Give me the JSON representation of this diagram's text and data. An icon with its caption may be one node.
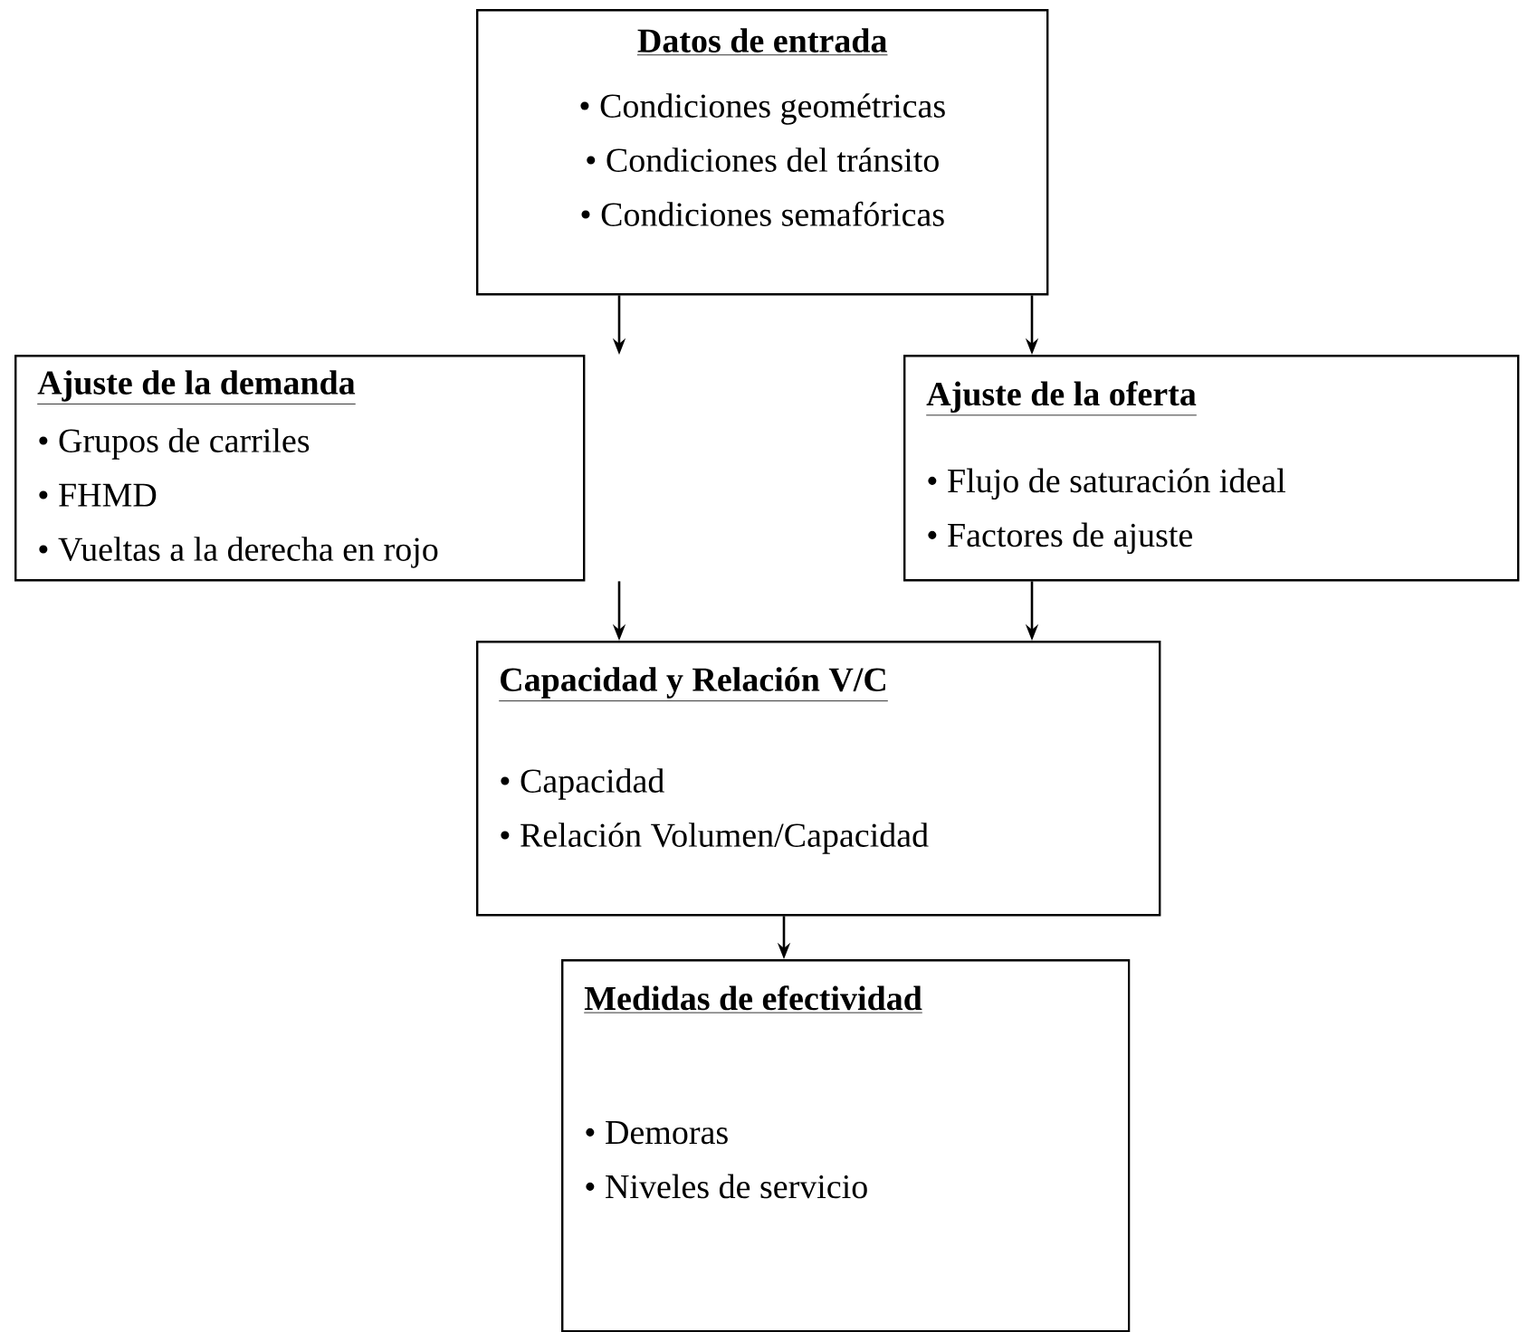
{
  "diagram": {
    "nodes": [
      {
        "text": [
          "Datos de entrada",
          "• Condiciones geométricas",
          "• Condiciones del tránsito",
          "• Condiciones semafóricas"
        ]
      },
      {
        "text": [
          "Ajuste de la demanda",
          "• Grupos de carriles",
          "• FHMD",
          "• Vueltas a la derecha en rojo"
        ]
      },
      {
        "text": [
          "Ajuste de la oferta",
          "• Flujo de saturación ideal",
          "• Factores de ajuste"
        ]
      },
      {
        "text": [
          "Capacidad y Relación V/C",
          "• Capacidad",
          "• Relación Volumen/Capacidad"
        ]
      },
      {
        "text": [
          "Medidas de efectividad",
          "• Demoras",
          "• Niveles de servicio"
        ]
      }
    ],
    "edges": [
      {
        "from": 0,
        "to": 1,
        "arrow": "to"
      },
      {
        "from": 0,
        "to": 2,
        "arrow": "to"
      },
      {
        "from": 1,
        "to": 3,
        "arrow": "to"
      },
      {
        "from": 2,
        "to": 3,
        "arrow": "to"
      },
      {
        "from": 3,
        "to": 4,
        "arrow": "to"
      }
    ]
  }
}
